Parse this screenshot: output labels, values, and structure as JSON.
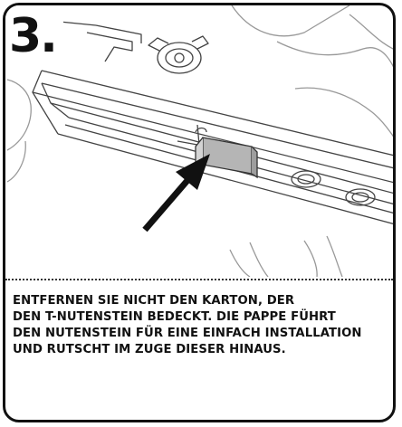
{
  "step": {
    "number": "3."
  },
  "instruction": {
    "lines": [
      "ENTFERNEN SIE NICHT DEN KARTON, DER",
      "DEN T-NUTENSTEIN BEDECKT. DIE PAPPE FÜHRT",
      "DEN NUTENSTEIN FÜR EINE EINFACH INSTALLATION",
      "UND RUTSCHT IM ZUGE DIESER HINAUS."
    ]
  },
  "illustration": {
    "subject": "t-slot-rail-with-cardboard-cover",
    "pointer_icon": "arrow-icon",
    "arrow_color": "#111111",
    "cardboard_color": "#b5b5b5"
  }
}
